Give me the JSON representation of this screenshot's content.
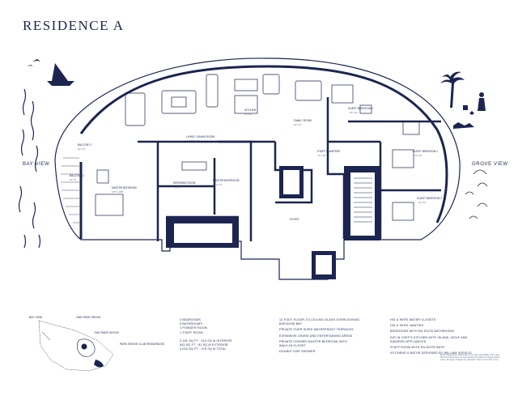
{
  "title": "RESIDENCE A",
  "views": {
    "left": "BAY VIEW",
    "right": "GROVE VIEW"
  },
  "rooms": [
    {
      "name": "BALCONY 1",
      "dims": "16' x 13'"
    },
    {
      "name": "BALCONY 2",
      "dims": "12' x 9'"
    },
    {
      "name": "LIVING / DINING ROOM",
      "dims": "34'4\" x 18'"
    },
    {
      "name": "KITCHEN",
      "dims": "14' x 11'"
    },
    {
      "name": "FAMILY ROOM",
      "dims": "12' x 11'"
    },
    {
      "name": "GUEST BEDROOM 1",
      "dims": "13' x 12'"
    },
    {
      "name": "GUEST BEDROOM 2",
      "dims": "13' x 12'"
    },
    {
      "name": "GUEST BEDROOM 3",
      "dims": "13' x 11'"
    },
    {
      "name": "MASTER BEDROOM",
      "dims": "17'6\" x 16'8\""
    },
    {
      "name": "DRESSING ROOM",
      "dims": "10' x 7'"
    },
    {
      "name": "MASTER BATHROOM",
      "dims": "14' x 11'"
    },
    {
      "name": "STAFF QUARTERS",
      "dims": "11' x 10'"
    },
    {
      "name": "FOYER",
      "dims": ""
    }
  ],
  "features": {
    "col1": [
      "4 BEDROOMS",
      "5 BATHROOMS",
      "1 POWDER ROOM",
      "1 STAFF ROOM",
      "",
      "3,181 SQ FT · 314 SQ M INTERIOR",
      "843 SQ FT · 81 SQ M EXTERIOR",
      "4,024 SQ FT · 375 SQ M TOTAL"
    ],
    "col2": [
      "12-FOOT FLOOR-TO-CEILING GLASS OVERLOOKING",
      "BISCAYNE BAY",
      "PRIVATE OVER-SIZED WATERFRONT TERRACES",
      "EXPANSIVE DINING AND ENTERTAINING AREAS",
      "PRIVATE CORNER MASTER BEDROOM WITH",
      "WALK-IN CLOSET",
      "DOUBLE SIZE SHOWER"
    ],
    "col3": [
      "HIS & HERS WATER CLOSETS",
      "HIS & HERS VANITIES",
      "BEDROOMS WITH EN-SUITE BATHROOMS",
      "KAT-IN CHEF'S KITCHEN WITH ISLAND, WOLF AND",
      "SUBZERO APPLIANCES",
      "STAFF ROOM WITH EN-SUITE BATH",
      "KITCHENS & BATHS DESIGNED BY WILLIAM SOFIELD"
    ]
  },
  "site_map": {
    "labels": [
      "BAY VIEW",
      "ONE PARK GROVE",
      "TWO PARK GROVE",
      "PARK GROVE CLUB RESIDENCES"
    ]
  },
  "disclaimer": "Broker/Salesperson participation is the sole responsibility of the client. Plans and dimensions are approximate and subject to change without notice. All square footages are estimated. This is not an offer to sell.",
  "colors": {
    "ink": "#1b2550",
    "accent": "#1b2550"
  }
}
